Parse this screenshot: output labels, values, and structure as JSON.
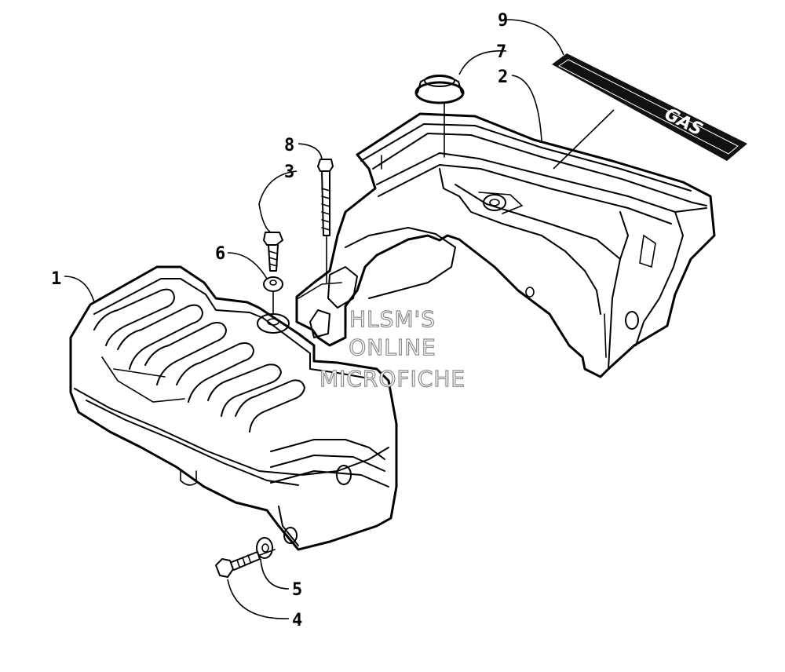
{
  "callouts": [
    "1",
    "2",
    "3",
    "4",
    "5",
    "6",
    "7",
    "8",
    "9"
  ],
  "watermark": {
    "line1": "HLSM'S",
    "line2": "ONLINE",
    "line3": "MICROFICHE"
  },
  "decal_text": "GAS"
}
